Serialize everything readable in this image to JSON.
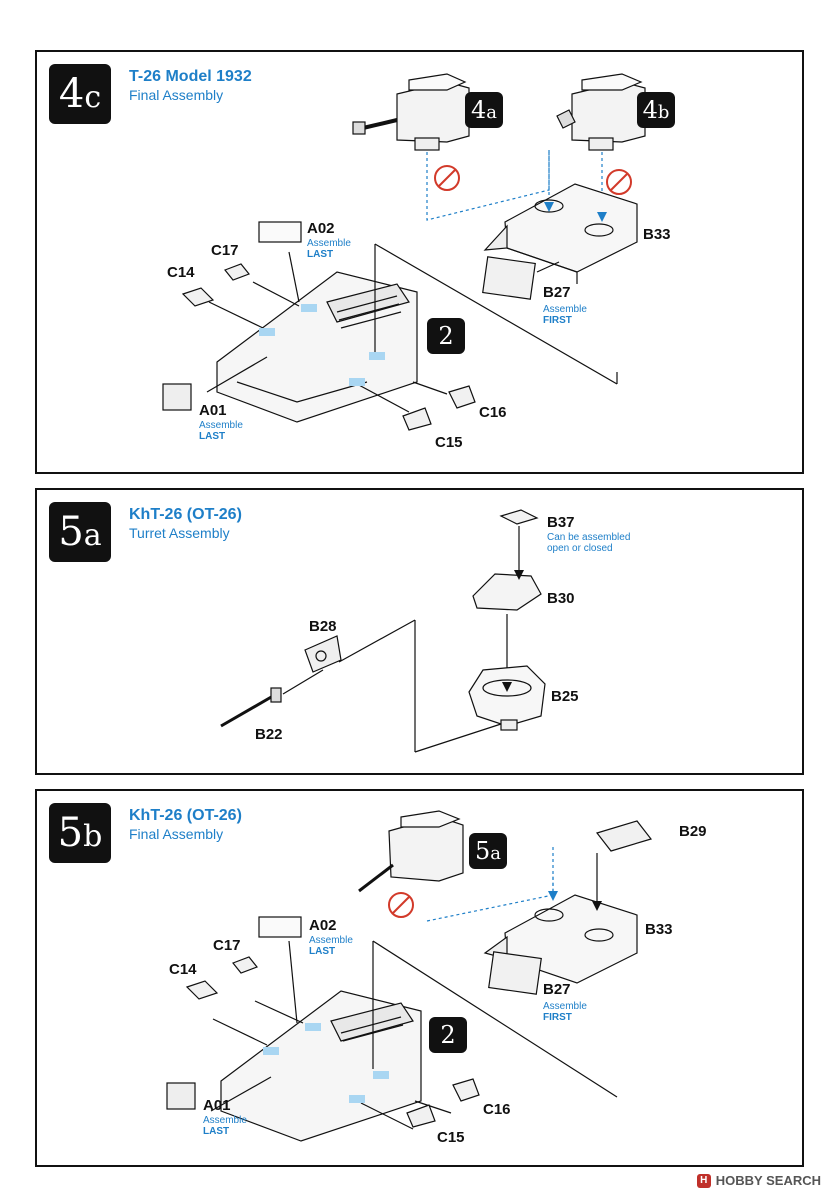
{
  "steps": {
    "4c": {
      "number": "4",
      "sub": "c",
      "title": "T-26 Model 1932",
      "subtitle": "Final Assembly",
      "refs": [
        {
          "num": "4",
          "sub": "a"
        },
        {
          "num": "4",
          "sub": "b"
        },
        {
          "num": "2",
          "sub": ""
        }
      ],
      "parts": {
        "a02": "A02",
        "a02_note1": "Assemble",
        "a02_note2": "LAST",
        "c17": "C17",
        "c14": "C14",
        "a01": "A01",
        "a01_note1": "Assemble",
        "a01_note2": "LAST",
        "c16": "C16",
        "c15": "C15",
        "b33": "B33",
        "b27": "B27",
        "b27_note1": "Assemble",
        "b27_note2": "FIRST"
      }
    },
    "5a": {
      "number": "5",
      "sub": "a",
      "title": "KhT-26 (OT-26)",
      "subtitle": "Turret Assembly",
      "parts": {
        "b37": "B37",
        "b37_note1": "Can be assembled",
        "b37_note2": "open or closed",
        "b30": "B30",
        "b28": "B28",
        "b25": "B25",
        "b22": "B22"
      }
    },
    "5b": {
      "number": "5",
      "sub": "b",
      "title": "KhT-26 (OT-26)",
      "subtitle": "Final Assembly",
      "refs": [
        {
          "num": "5",
          "sub": "a"
        },
        {
          "num": "2",
          "sub": ""
        }
      ],
      "parts": {
        "b29": "B29",
        "a02": "A02",
        "a02_note1": "Assemble",
        "a02_note2": "LAST",
        "c17": "C17",
        "c14": "C14",
        "b33": "B33",
        "b27": "B27",
        "b27_note1": "Assemble",
        "b27_note2": "FIRST",
        "a01": "A01",
        "a01_note1": "Assemble",
        "a01_note2": "LAST",
        "c16": "C16",
        "c15": "C15"
      }
    }
  },
  "watermark": {
    "text": "HOBBY SEARCH",
    "logo": "H"
  },
  "colors": {
    "accent": "#1e7fc8",
    "no_glue": "#d23a2a",
    "line": "#111111"
  },
  "icons": [
    "no-glue-icon",
    "hobbysearch-logo-icon"
  ]
}
